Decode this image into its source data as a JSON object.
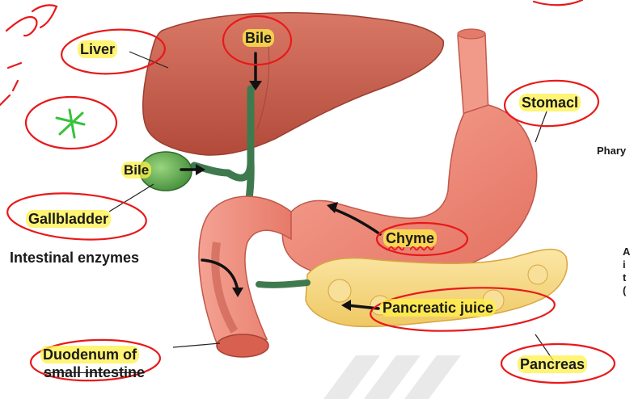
{
  "labels": {
    "liver": "Liver",
    "bile_top": "Bile",
    "stomach": "Stomacl",
    "pharynx_partial": "Phary",
    "bile_left": "Bile",
    "gallbladder": "Gallbladder",
    "intestinal_enzymes": "Intestinal enzymes",
    "chyme": "Chyme",
    "pancreatic_juice": "Pancreatic juice",
    "duodenum_line1": "Duodenum of",
    "duodenum_line2": "small intestine",
    "pancreas": "Pancreas",
    "right_edge": [
      "A",
      "i",
      "t",
      "("
    ]
  },
  "colors": {
    "highlight": "#fff046",
    "annotation_ink": "#e8191a",
    "star_ink": "#37c23c",
    "liver": "#c85d49",
    "stomach": "#f08b7c",
    "gallbladder": "#5aa94a",
    "pancreas": "#f7dc8c",
    "duct": "#3f7a4f"
  }
}
